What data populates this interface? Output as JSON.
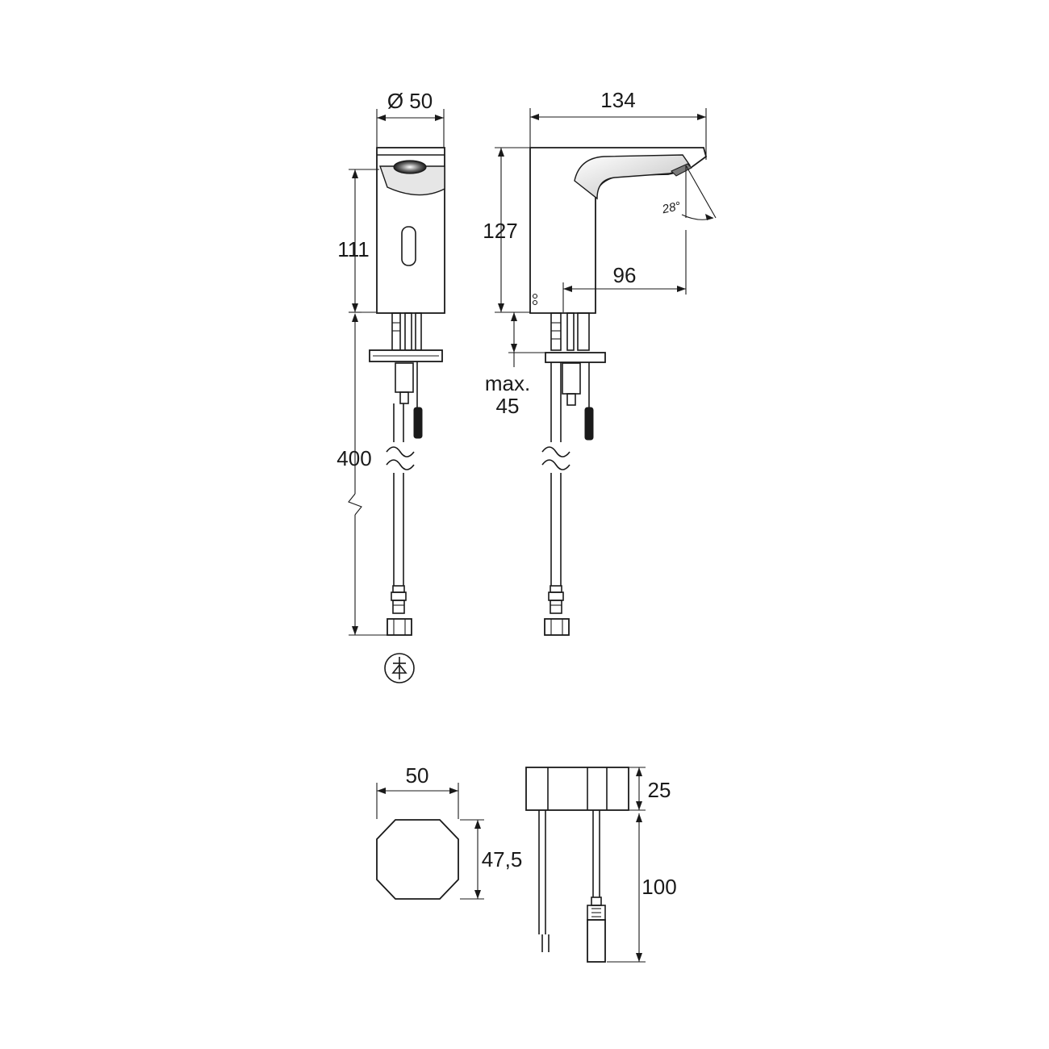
{
  "dimensions": {
    "front_diameter": "Ø 50",
    "front_height": "111",
    "hose_length": "400",
    "side_projection": "134",
    "side_height": "127",
    "side_reach": "96",
    "max_label": "max.",
    "max_value": "45",
    "spray_angle": "28°",
    "box_width": "50",
    "box_depth": "47,5",
    "box_height": "25",
    "cable_length": "100"
  },
  "symbols": {
    "check_valve": "check-valve-symbol"
  }
}
